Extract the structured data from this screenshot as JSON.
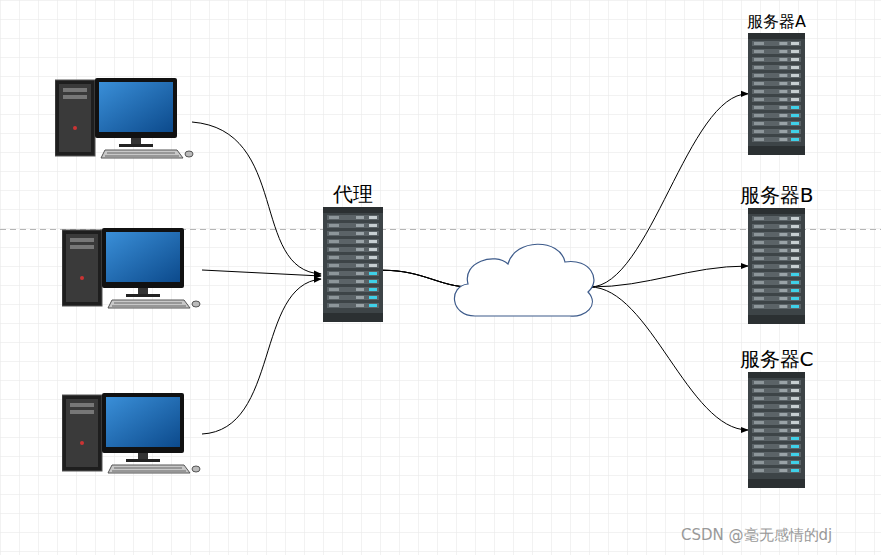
{
  "diagram": {
    "nodes": [
      {
        "text": [
          "代理"
        ]
      },
      {
        "text": [
          "服务器A"
        ]
      },
      {
        "text": [
          "服务器B"
        ]
      },
      {
        "text": [
          "服务器C"
        ]
      }
    ],
    "edges": [
      {
        "from": 0,
        "to": 1,
        "arrow": "to"
      },
      {
        "from": 0,
        "to": 2,
        "arrow": "to"
      },
      {
        "from": 0,
        "to": 3,
        "arrow": "to"
      }
    ],
    "labels": [
      "CSDN @毫无感情的dj"
    ]
  }
}
